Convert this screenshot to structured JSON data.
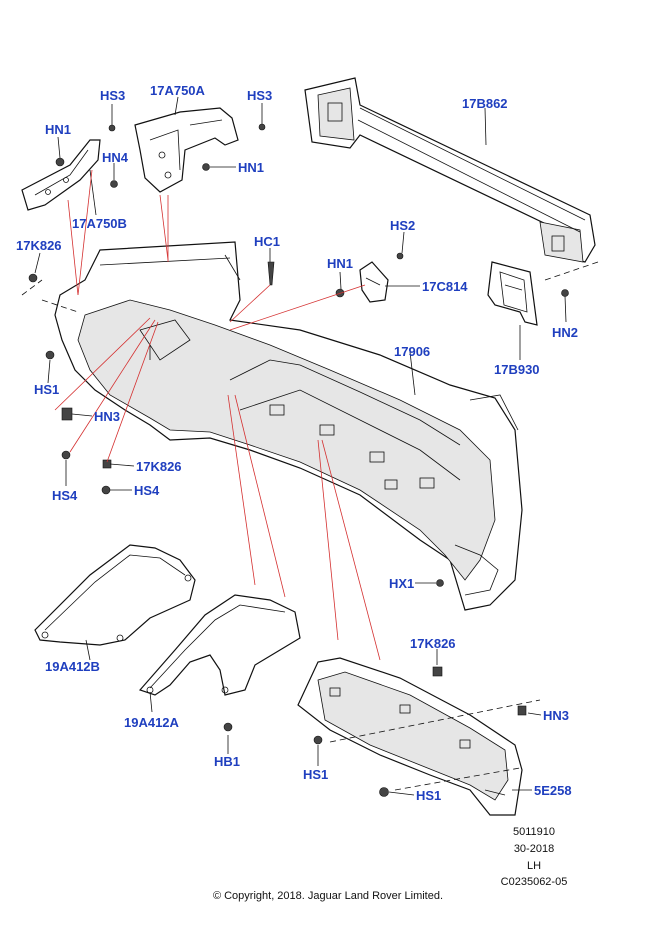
{
  "copyright": "© Copyright, 2018. Jaguar Land Rover Limited.",
  "drawing_info": {
    "number": "5011910",
    "date": "30-2018",
    "side": "LH",
    "ref": "C0235062-05"
  },
  "callouts": {
    "hs3_left": "HS3",
    "a750a": "17A750A",
    "hs3_right": "HS3",
    "b862": "17B862",
    "hn1_top": "HN1",
    "hn4": "HN4",
    "hn1_mid": "HN1",
    "a750b": "17A750B",
    "k826_left": "17K826",
    "hc1": "HC1",
    "hs2": "HS2",
    "hn1_c814": "HN1",
    "c814": "17C814",
    "hn2": "HN2",
    "hs1_left": "HS1",
    "p17906": "17906",
    "b930": "17B930",
    "hn3_left": "HN3",
    "k826_mid": "17K826",
    "hs4_a": "HS4",
    "hs4_b": "HS4",
    "hx1": "HX1",
    "a412b": "19A412B",
    "k826_low": "17K826",
    "hn3_right": "HN3",
    "a412a": "19A412A",
    "hb1": "HB1",
    "hs1_low": "HS1",
    "hs1_low2": "HS1",
    "e258": "5E258"
  }
}
